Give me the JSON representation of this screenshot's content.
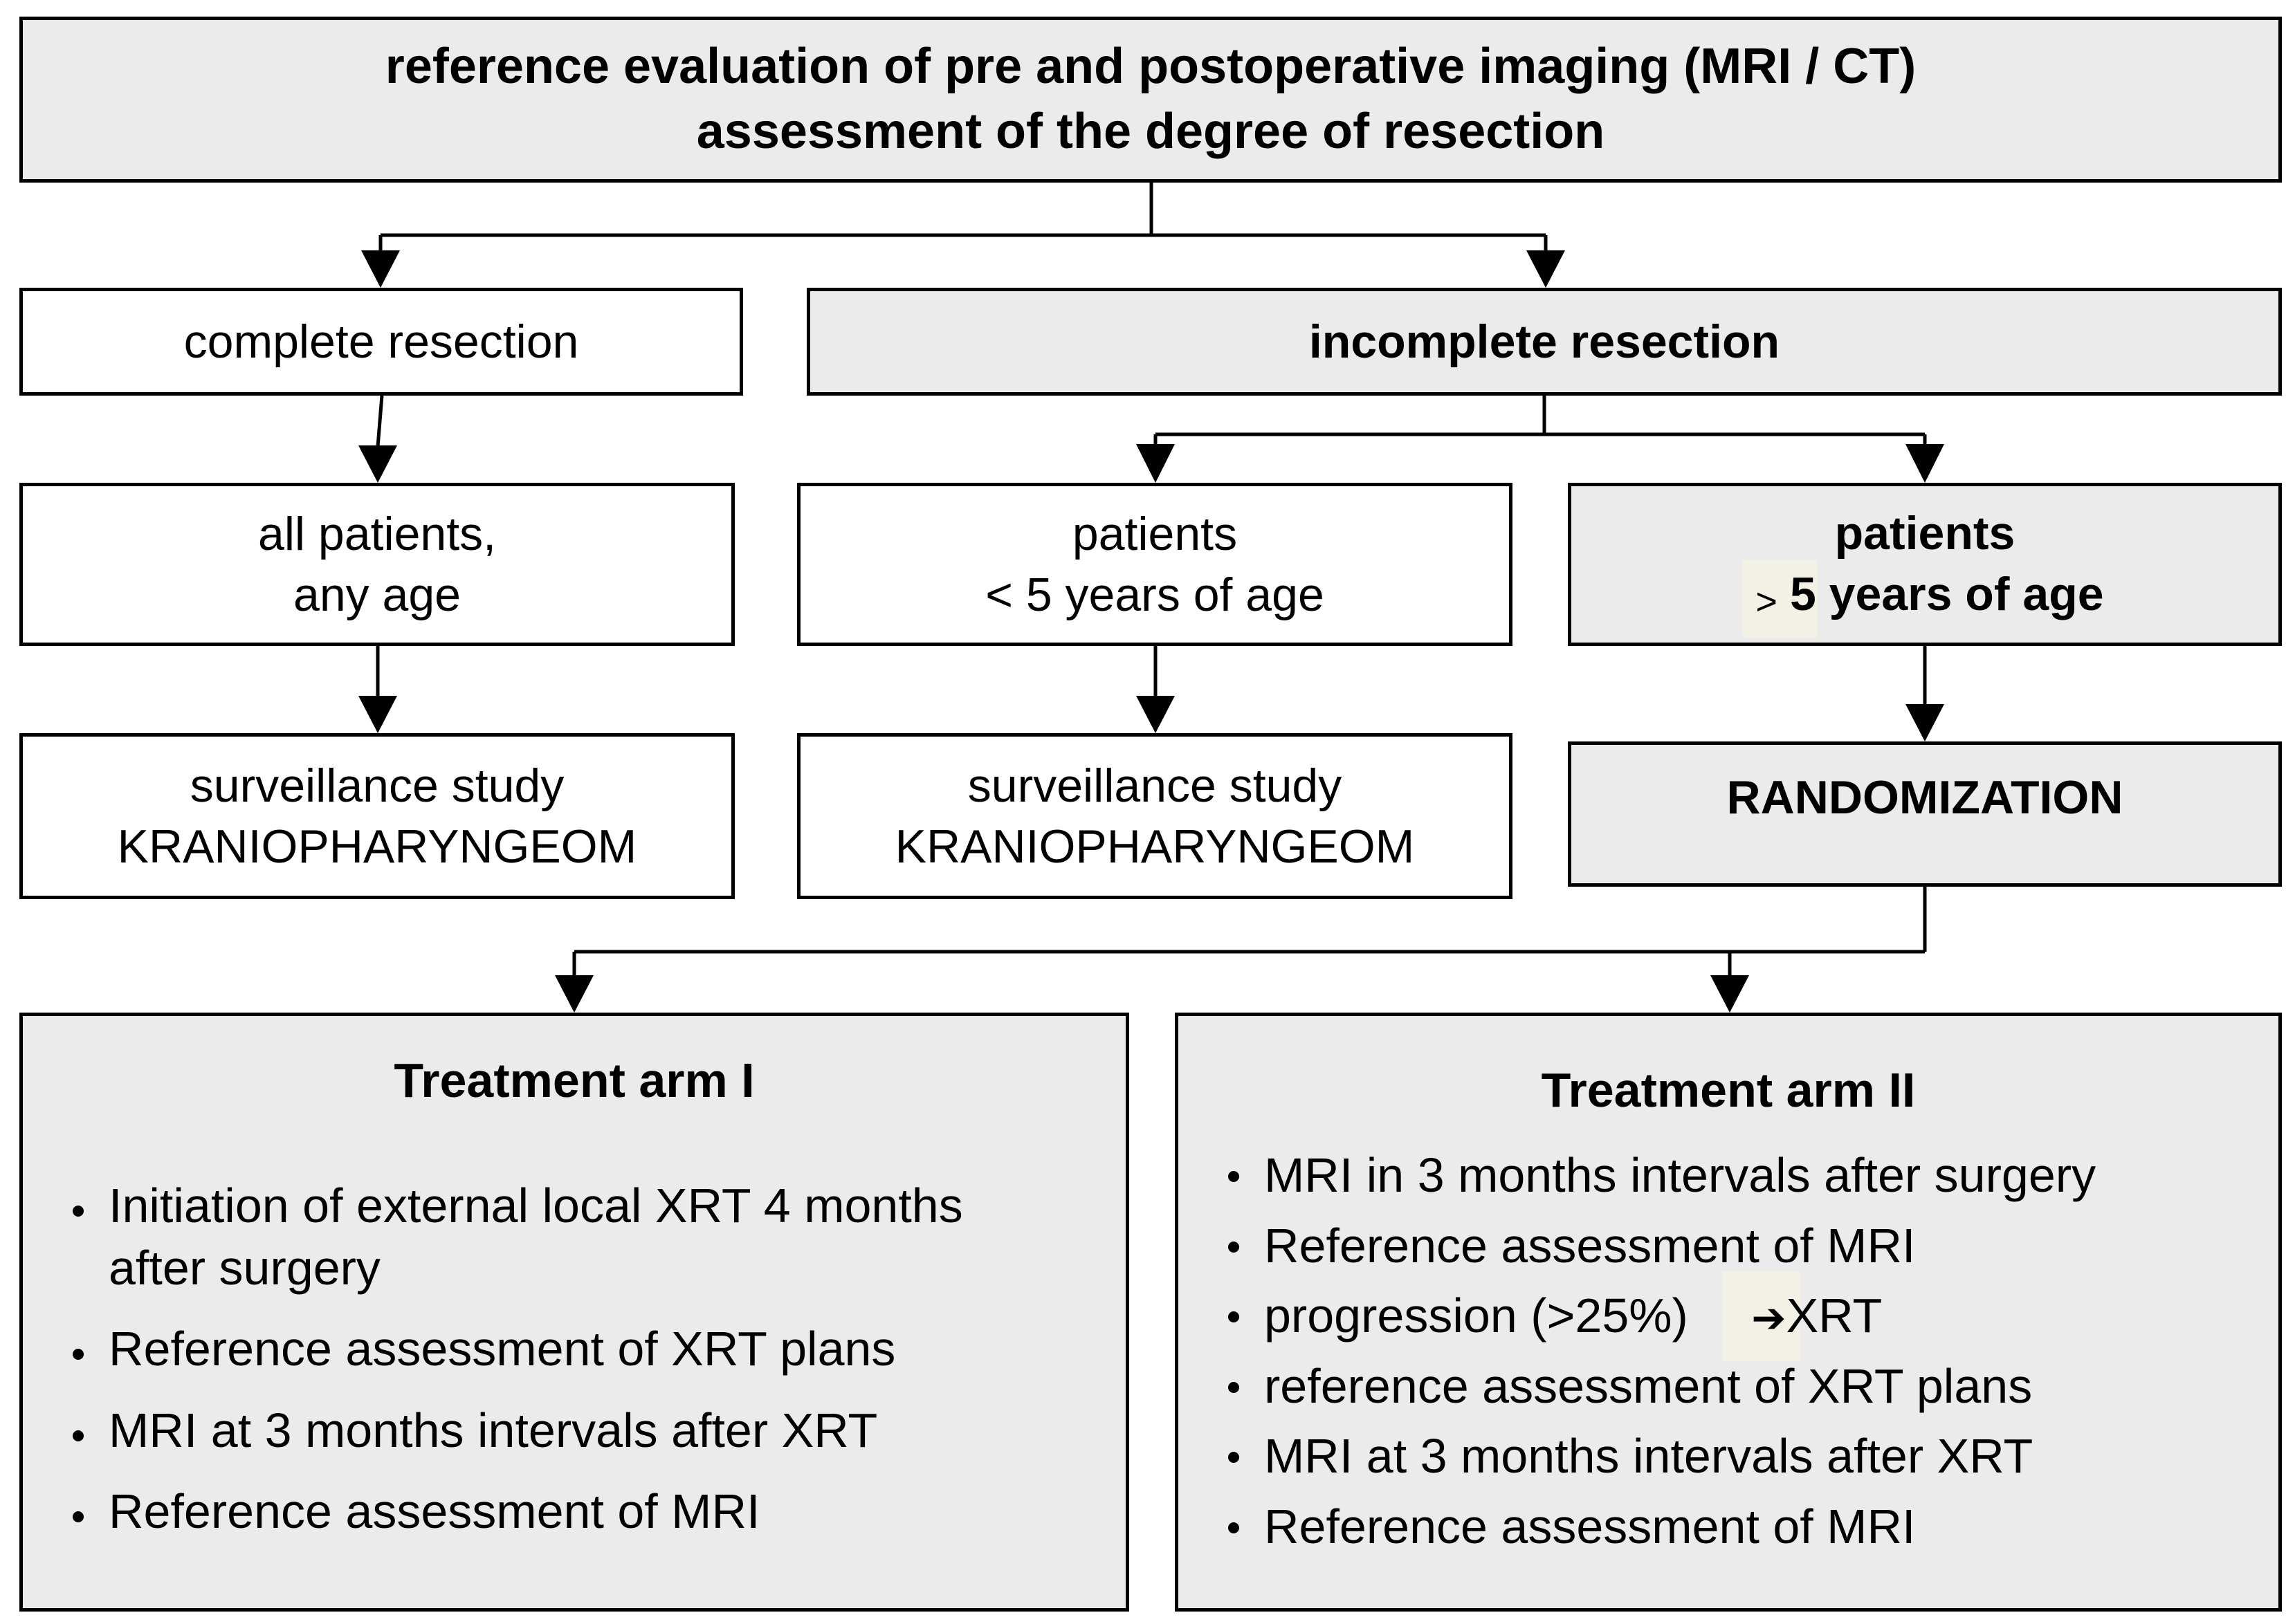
{
  "top": {
    "line1": "reference evaluation of pre and postoperative imaging (MRI / CT)",
    "line2": "assessment of the degree of resection"
  },
  "complete": {
    "label": "complete resection"
  },
  "incomplete": {
    "label": "incomplete resection"
  },
  "all_patients": {
    "line1": "all patients,",
    "line2": "any age"
  },
  "patients_under5": {
    "line1": "patients",
    "line2": "< 5 years of age"
  },
  "patients_over5": {
    "line1": "patients",
    "line2_symbol": ">",
    "line2": "5 years of age"
  },
  "surveillance_left": {
    "line1": "surveillance study",
    "line2": "KRANIOPHARYNGEOM"
  },
  "surveillance_mid": {
    "line1": "surveillance study",
    "line2": "KRANIOPHARYNGEOM"
  },
  "randomization": {
    "label": "RANDOMIZATION"
  },
  "arm1": {
    "title": "Treatment arm I",
    "items": [
      "Initiation of external local XRT 4 months after surgery",
      "Reference assessment of XRT plans",
      "MRI at 3 months intervals after XRT",
      "Reference assessment of MRI"
    ]
  },
  "arm2": {
    "title": "Treatment arm II",
    "items": [
      "MRI in 3 months intervals after surgery",
      "Reference assessment of MRI",
      "progression (>25%)",
      "reference assessment of XRT plans",
      "MRI at 3 months intervals after XRT",
      "Reference assessment of MRI"
    ],
    "progression_arrow": "➔",
    "progression_result": "XRT"
  },
  "colors": {
    "gray_fill": "#ebebeb",
    "white_fill": "#ffffff",
    "border": "#000000"
  }
}
